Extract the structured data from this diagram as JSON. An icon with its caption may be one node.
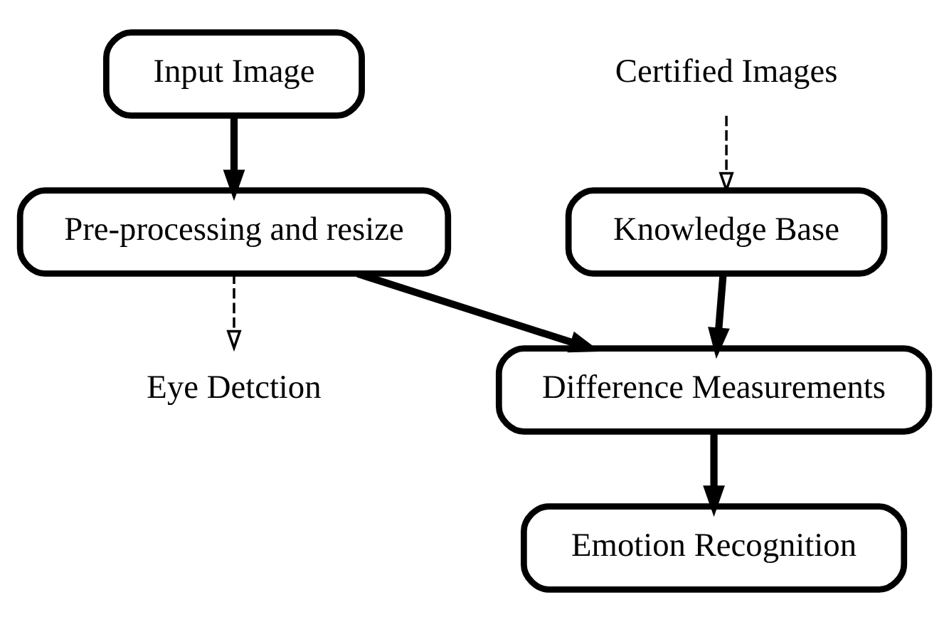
{
  "diagram": {
    "nodes": [
      {
        "text": [
          "Input Image"
        ]
      },
      {
        "text": [
          "Pre-processing and resize"
        ]
      },
      {
        "text": [
          "Certified Images"
        ]
      },
      {
        "text": [
          "Knowledge Base"
        ]
      },
      {
        "text": [
          "Difference Measurements"
        ]
      },
      {
        "text": [
          "Eye Detction"
        ]
      },
      {
        "text": [
          "Emotion Recognition"
        ]
      }
    ],
    "edges": [
      {
        "from": 0,
        "to": 1,
        "arrow": "to"
      },
      {
        "from": 2,
        "to": 3,
        "arrow": "to",
        "style": "dashed"
      },
      {
        "from": 1,
        "to": 5,
        "arrow": "to",
        "style": "dashed"
      },
      {
        "from": 1,
        "to": 4,
        "arrow": "to"
      },
      {
        "from": 3,
        "to": 4,
        "arrow": "to"
      },
      {
        "from": 4,
        "to": 6,
        "arrow": "to"
      }
    ]
  }
}
